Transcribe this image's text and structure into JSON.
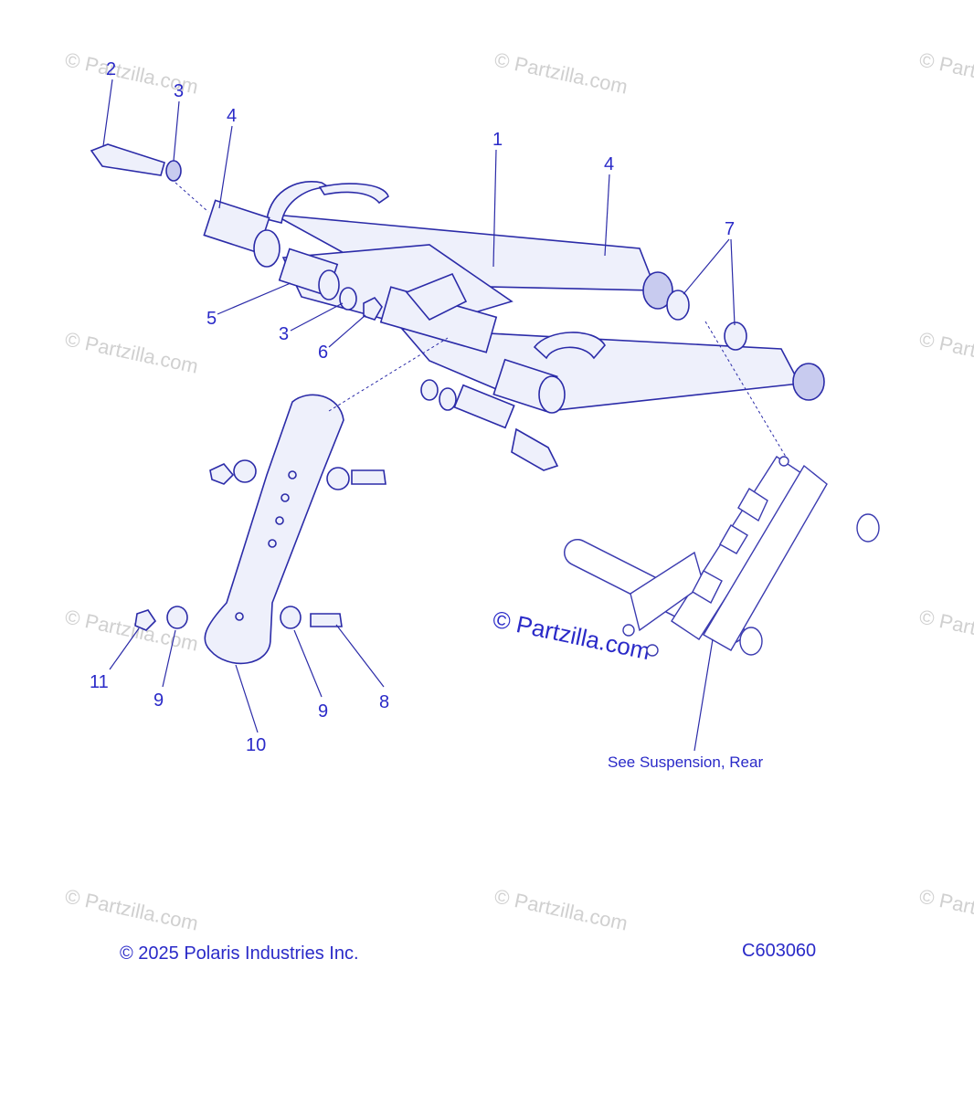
{
  "watermarks": {
    "text": "© Partzilla.com",
    "center_text": "© Partzilla.com"
  },
  "callouts": [
    {
      "id": "callout-1",
      "text": "1"
    },
    {
      "id": "callout-2",
      "text": "2"
    },
    {
      "id": "callout-3-top",
      "text": "3"
    },
    {
      "id": "callout-3-mid",
      "text": "3"
    },
    {
      "id": "callout-4-left",
      "text": "4"
    },
    {
      "id": "callout-4-right",
      "text": "4"
    },
    {
      "id": "callout-5",
      "text": "5"
    },
    {
      "id": "callout-6",
      "text": "6"
    },
    {
      "id": "callout-7",
      "text": "7"
    },
    {
      "id": "callout-8",
      "text": "8"
    },
    {
      "id": "callout-9-left",
      "text": "9"
    },
    {
      "id": "callout-9-right",
      "text": "9"
    },
    {
      "id": "callout-10",
      "text": "10"
    },
    {
      "id": "callout-11",
      "text": "11"
    }
  ],
  "note": "See Suspension, Rear",
  "footer": {
    "copyright": "© 2025 Polaris Industries Inc.",
    "diagram_code": "C603060"
  },
  "colors": {
    "ink": "#2a2ac8",
    "watermark": "#d0d0d0"
  }
}
